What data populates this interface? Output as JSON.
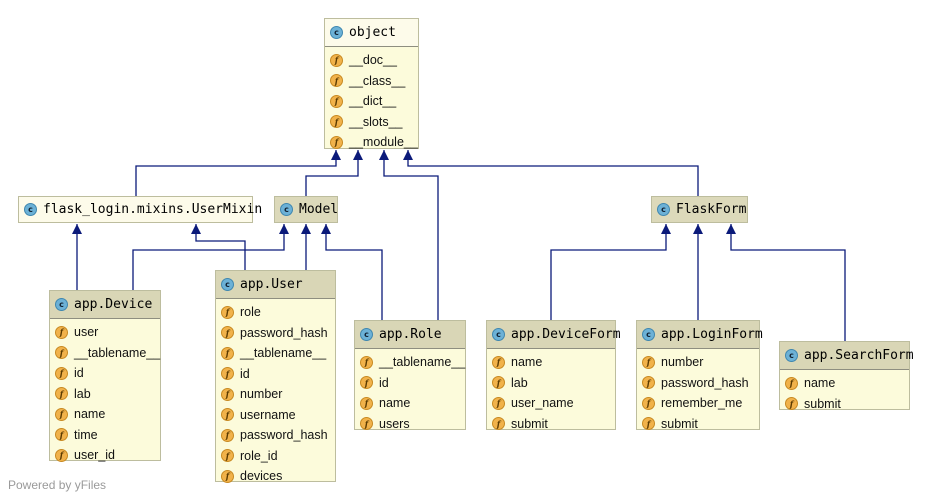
{
  "classes": [
    {
      "key": "object",
      "title": "object",
      "style": "top",
      "fields": [
        "__doc__",
        "__class__",
        "__dict__",
        "__slots__",
        "__module__"
      ]
    },
    {
      "key": "usermixin",
      "title": "flask_login.mixins.UserMixin",
      "style": "plain",
      "fields": []
    },
    {
      "key": "model",
      "title": "Model",
      "style": "gray",
      "fields": []
    },
    {
      "key": "flaskform",
      "title": "FlaskForm",
      "style": "gray",
      "fields": []
    },
    {
      "key": "device",
      "title": "app.Device",
      "style": "normal",
      "fields": [
        "user",
        "__tablename__",
        "id",
        "lab",
        "name",
        "time",
        "user_id"
      ]
    },
    {
      "key": "user",
      "title": "app.User",
      "style": "normal",
      "fields": [
        "role",
        "password_hash",
        "__tablename__",
        "id",
        "number",
        "username",
        "password_hash",
        "role_id",
        "devices"
      ]
    },
    {
      "key": "role",
      "title": "app.Role",
      "style": "normal",
      "fields": [
        "__tablename__",
        "id",
        "name",
        "users"
      ]
    },
    {
      "key": "deviceform",
      "title": "app.DeviceForm",
      "style": "normal",
      "fields": [
        "name",
        "lab",
        "user_name",
        "submit"
      ]
    },
    {
      "key": "loginform",
      "title": "app.LoginForm",
      "style": "normal",
      "fields": [
        "number",
        "password_hash",
        "remember_me",
        "submit"
      ]
    },
    {
      "key": "searchform",
      "title": "app.SearchForm",
      "style": "normal",
      "fields": [
        "name",
        "submit"
      ]
    }
  ],
  "icons": {
    "class": "c",
    "field": "f",
    "class_icon_name": "class-icon",
    "field_icon_name": "field-icon"
  },
  "colors": {
    "edge": "#0b1a7a",
    "node_fill": "#fcfbdb",
    "header_fill": "#d9d6b6",
    "class_icon": "#6cb1d6",
    "field_icon": "#f1b24a"
  },
  "edges": [
    {
      "from": "usermixin",
      "to": "object"
    },
    {
      "from": "model",
      "to": "object"
    },
    {
      "from": "role",
      "to": "object"
    },
    {
      "from": "flaskform",
      "to": "object"
    },
    {
      "from": "device",
      "to": "usermixin"
    },
    {
      "from": "device",
      "to": "model"
    },
    {
      "from": "user",
      "to": "usermixin"
    },
    {
      "from": "user",
      "to": "model"
    },
    {
      "from": "role",
      "to": "model"
    },
    {
      "from": "deviceform",
      "to": "flaskform"
    },
    {
      "from": "loginform",
      "to": "flaskform"
    },
    {
      "from": "searchform",
      "to": "flaskform"
    }
  ],
  "footer": "Powered by yFiles"
}
